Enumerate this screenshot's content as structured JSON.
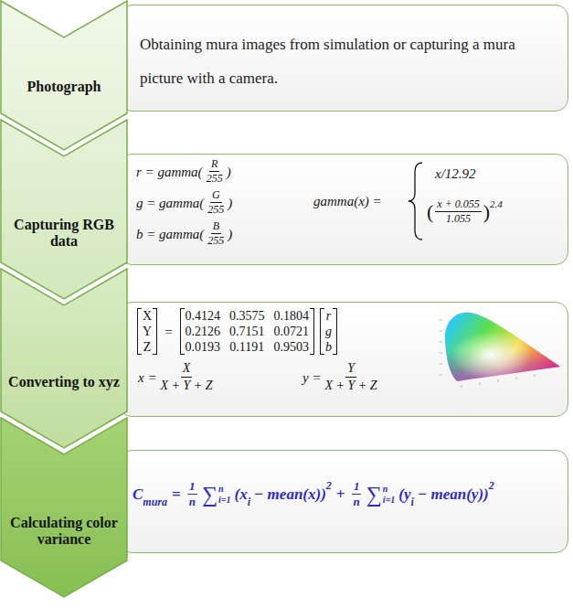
{
  "diagram": {
    "nodes": [
      {
        "text": [
          "Photograph"
        ]
      },
      {
        "text": [
          "Obtaining mura images from simulation or capturing a mura picture with a camera."
        ]
      },
      {
        "text": [
          "Capturing RGB data"
        ]
      },
      {
        "text": [
          "r = gamma(",
          "R",
          "255",
          ")",
          "g = gamma(",
          "G",
          "255",
          ")",
          "b = gamma(",
          "B",
          "255",
          ")",
          "gamma(x) =",
          "x/12.92",
          "(",
          "x + 0.055",
          "1.055",
          ")",
          "2.4"
        ]
      },
      {
        "text": [
          "Converting to xyz"
        ]
      },
      {
        "text": [
          "X",
          "Y",
          "Z",
          "=",
          "0.4124",
          "0.3575",
          "0.1804",
          "0.2126",
          "0.7151",
          "0.0721",
          "0.0193",
          "0.1191",
          "0.9503",
          "r",
          "g",
          "b",
          "x =",
          "X",
          "X + Y + Z",
          "y =",
          "Y",
          "X + Y + Z"
        ]
      },
      {
        "text": [
          "Calculating color variance"
        ]
      },
      {
        "text": [
          "C",
          "mura",
          "=",
          "1",
          "n",
          "∑",
          "n",
          "i=1",
          "(x",
          "i",
          "− mean(x))",
          "2",
          "+",
          "1",
          "n",
          "∑",
          "n",
          "i=1",
          "(y",
          "i",
          "− mean(y))",
          "2"
        ]
      }
    ]
  }
}
